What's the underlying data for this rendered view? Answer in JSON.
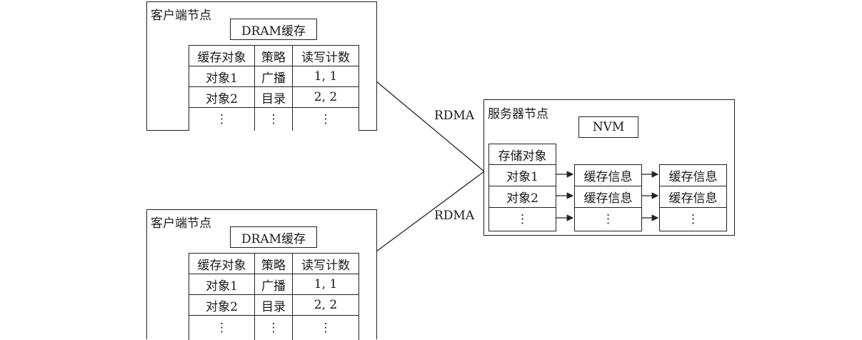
{
  "clients": [
    {
      "title": "客户端节点",
      "cache_label": "DRAM缓存",
      "headers": [
        "缓存对象",
        "策略",
        "读写计数"
      ],
      "rows": [
        [
          "对象1",
          "广播",
          "1, 1"
        ],
        [
          "对象2",
          "目录",
          "2, 2"
        ],
        [
          "⋮",
          "⋮",
          "⋮"
        ]
      ]
    },
    {
      "title": "客户端节点",
      "cache_label": "DRAM缓存",
      "headers": [
        "缓存对象",
        "策略",
        "读写计数"
      ],
      "rows": [
        [
          "对象1",
          "广播",
          "1, 1"
        ],
        [
          "对象2",
          "目录",
          "2, 2"
        ],
        [
          "⋮",
          "⋮",
          "⋮"
        ]
      ]
    }
  ],
  "links": [
    "RDMA",
    "RDMA"
  ],
  "server": {
    "title": "服务器节点",
    "memory_label": "NVM",
    "header": "存储对象",
    "objects": [
      "对象1",
      "对象2",
      "⋮"
    ],
    "info_col1": [
      "缓存信息",
      "缓存信息",
      "⋮"
    ],
    "info_col2": [
      "缓存信息",
      "缓存信息",
      "⋮"
    ]
  }
}
